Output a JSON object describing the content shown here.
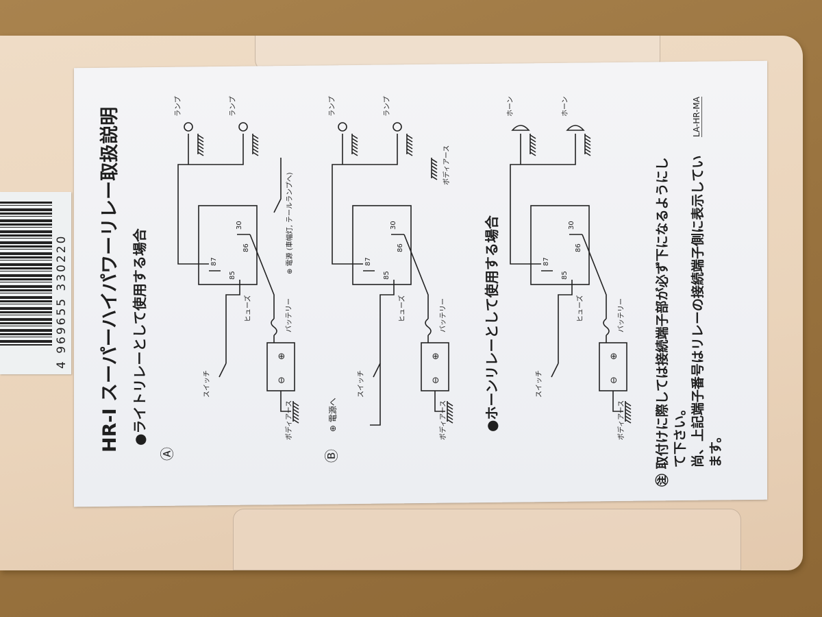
{
  "barcode_number": "4 969655 330220",
  "sheet": {
    "title": "HR-I スーパーハイパワーリレー取扱説明",
    "section_light": "●ライトリレーとして使用する場合",
    "label_a": "Ⓐ",
    "label_b": "Ⓑ",
    "section_horn": "●ホーンリレーとして使用する場合",
    "note_line1": "㊟ 取付けに際しては接続端子部が必ず下になるようにし",
    "note_line2": "て下さい。",
    "note_line3": "尚、上記端子番号はリレーの接続端子側に表示してい",
    "note_line4": "ます。",
    "code": "LA-HR-MA"
  },
  "diagram_labels": {
    "lamp": "ランプ",
    "horn": "ホーン",
    "switch": "スイッチ",
    "fuse": "ヒューズ",
    "battery": "バッテリー",
    "body_earth": "ボディアース",
    "power_a": "⊕ 電源 (車幅灯, テールランプへ)",
    "power_b": "⊕ 電源へ",
    "terminals": [
      "87",
      "85",
      "86",
      "30"
    ]
  }
}
